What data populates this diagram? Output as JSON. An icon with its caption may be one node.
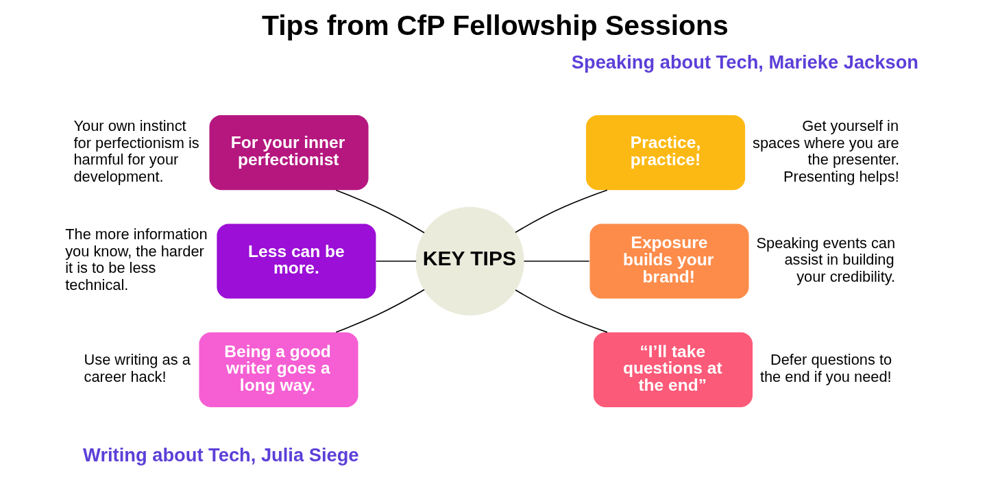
{
  "diagram": {
    "title": "Tips from CfP Fellowship Sessions",
    "nodes": [
      {
        "text": [
          "For your inner perfectionist"
        ],
        "beside": [
          "Your own instinct for perfectionism is harmful for your development."
        ]
      },
      {
        "text": [
          "Practice, practice!"
        ],
        "beside": [
          "Get yourself in spaces where you are the presenter. Presenting helps!"
        ]
      },
      {
        "text": [
          "Less can be more."
        ],
        "beside": [
          "The more information you know, the harder it is to be less technical."
        ]
      },
      {
        "text": [
          "KEY TIPS"
        ]
      },
      {
        "text": [
          "Exposure builds your brand!"
        ],
        "beside": [
          "Speaking events can assist in building your credibility."
        ]
      },
      {
        "text": [
          "Being a good writer goes a long way."
        ],
        "beside": [
          "Use writing as a career hack!"
        ]
      },
      {
        "text": [
          "“I’ll take questions at the end”"
        ],
        "beside": [
          "Defer questions to the end if you need!"
        ]
      }
    ],
    "edges": [
      {
        "from": 3,
        "to": 0,
        "arrow": "none"
      },
      {
        "from": 3,
        "to": 1,
        "arrow": "none"
      },
      {
        "from": 3,
        "to": 2,
        "arrow": "none"
      },
      {
        "from": 3,
        "to": 4,
        "arrow": "none"
      },
      {
        "from": 3,
        "to": 5,
        "arrow": "none"
      },
      {
        "from": 3,
        "to": 6,
        "arrow": "none"
      }
    ],
    "labels": [
      "Writing about Tech, Julia Siege",
      "Speaking about Tech, Marieke Jackson"
    ]
  }
}
